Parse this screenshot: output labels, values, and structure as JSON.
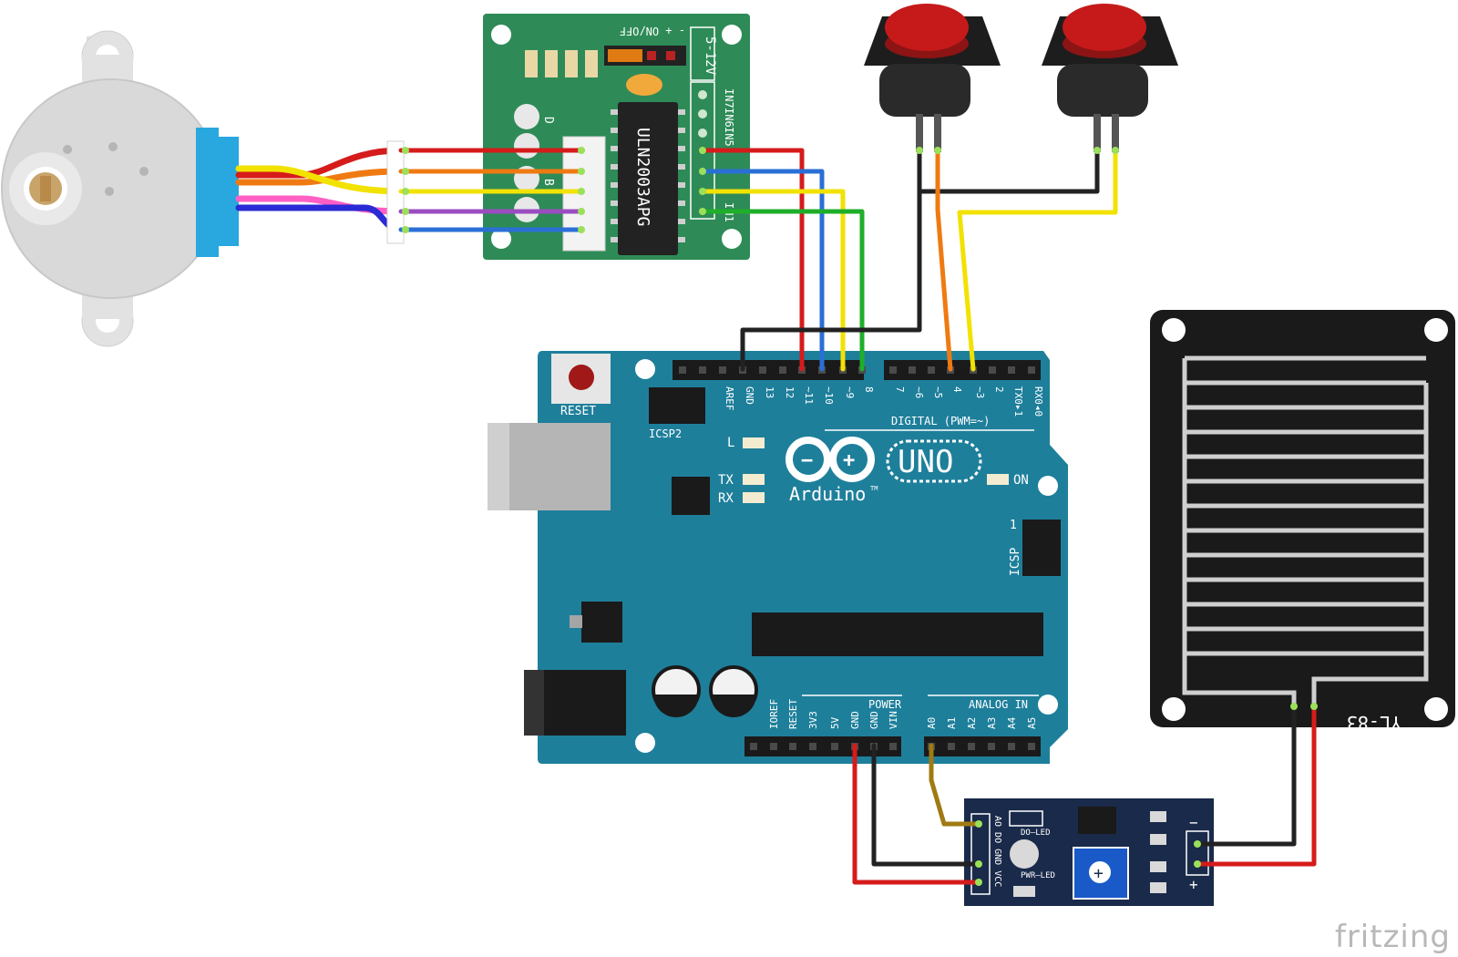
{
  "brand": "fritzing",
  "colors": {
    "arduino_board": "#1e7f9b",
    "driver_board": "#2e8b57",
    "sensor_module": "#1a2a4a",
    "rain_plate": "#1a1a1a",
    "wire_red": "#d61b1b",
    "wire_black": "#222222",
    "wire_yellow": "#f2e200",
    "wire_green": "#1fae2a",
    "wire_blue": "#2a6fd6",
    "wire_orange": "#ef7a12",
    "wire_brown": "#a07a12",
    "button_cap": "#c61a1a"
  },
  "arduino": {
    "reset_label": "RESET",
    "icsp2_label": "ICSP2",
    "icsp_label": "ICSP",
    "icsp_pin1": "1",
    "uno_label": "UNO",
    "arduino_label": "Arduino",
    "tm": "TM",
    "digital_label": "DIGITAL (PWM=~)",
    "led_l": "L",
    "led_tx": "TX",
    "led_rx": "RX",
    "led_on": "ON",
    "power_label": "POWER",
    "analog_label": "ANALOG IN",
    "digital_pins": [
      "AREF",
      "GND",
      "13",
      "12",
      "~11",
      "~10",
      "~9",
      "8",
      "7",
      "~6",
      "~5",
      "4",
      "~3",
      "2",
      "TX0▸1",
      "RX0◂0"
    ],
    "power_pins": [
      "IOREF",
      "RESET",
      "3V3",
      "5V",
      "GND",
      "GND",
      "VIN"
    ],
    "analog_pins": [
      "A0",
      "A1",
      "A2",
      "A3",
      "A4",
      "A5"
    ]
  },
  "driver": {
    "chip_label": "ULN2003APG",
    "voltage_label": "5-12V",
    "power_labels": "- + ON/OFF",
    "in_labels": [
      "IN7",
      "IN6",
      "IN5"
    ],
    "in1_label": "IN1",
    "led_labels": [
      "D",
      "B"
    ]
  },
  "sensor_module": {
    "pin_labels": "AO DO GND VCC",
    "do_led_label": "DO—LED",
    "pwr_led_label": "PWR—LED",
    "minus_label": "−",
    "plus_label": "+"
  },
  "rain_plate": {
    "model_label": "YL-83"
  }
}
